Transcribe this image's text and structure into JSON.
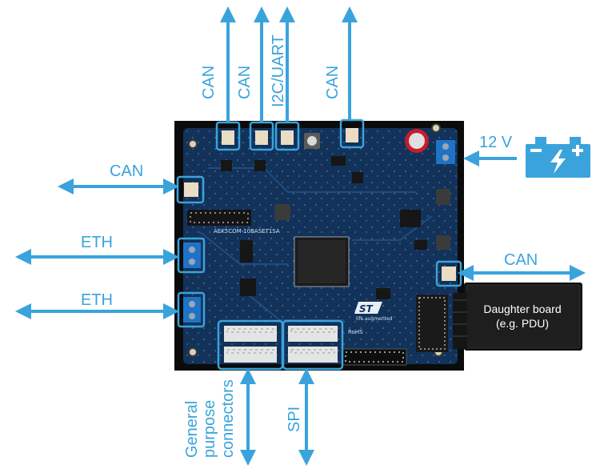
{
  "labels": {
    "can_top_1": "CAN",
    "can_top_2": "CAN",
    "i2c_uart": "I2C/UART",
    "can_top_3": "CAN",
    "can_left": "CAN",
    "eth_1": "ETH",
    "eth_2": "ETH",
    "can_right": "CAN",
    "power": "12 V",
    "general_purpose": "General\npurpose\nconnectors",
    "spi": "SPI"
  },
  "board": {
    "part_number": "AEK5COM-10BASET1SA",
    "rohs": "RoHS",
    "tagline": "life.augmented"
  },
  "daughter_board": {
    "text": "Daughter board\n(e.g. PDU)"
  },
  "colors": {
    "accent": "#3aa3dc",
    "pcb": "#12325a",
    "pcb_frame": "#0b0b0b",
    "battery": "#3aa3dc",
    "daughter_board": "#111111"
  },
  "icons": [
    "battery-icon",
    "st-logo-icon",
    "arrow-icon"
  ]
}
